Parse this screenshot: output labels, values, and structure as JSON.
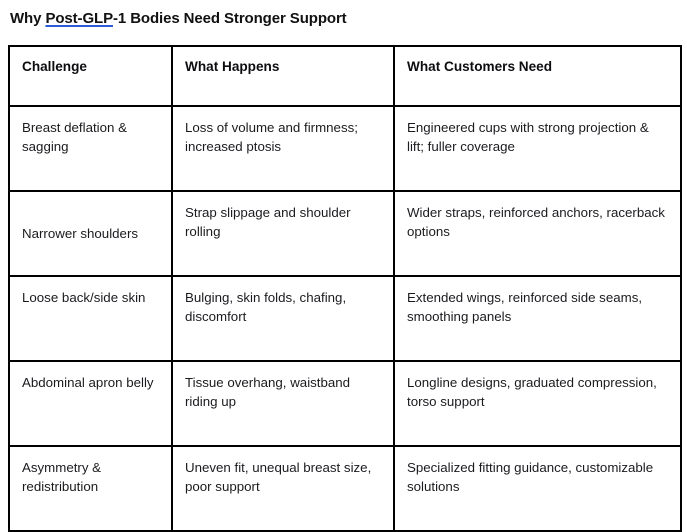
{
  "document": {
    "title_prefix": "Why ",
    "title_flagged_word": "Post-GLP",
    "title_suffix": "-1 Bodies Need Stronger Support",
    "title_full": "Why Post-GLP-1 Bodies Need Stronger Support"
  },
  "colors": {
    "spellcheck_underline": "#2d5bd7",
    "table_border": "#000000",
    "text": "#1b1b1f",
    "background": "#ffffff"
  },
  "table": {
    "columns": [
      {
        "label": "Challenge"
      },
      {
        "label": "What Happens"
      },
      {
        "label": "What Customers Need"
      }
    ],
    "rows": [
      {
        "challenge": "Breast deflation & sagging",
        "what_happens": "Loss of volume and firmness; increased ptosis",
        "what_customers_need": "Engineered cups with strong projection & lift; fuller coverage"
      },
      {
        "challenge": "Narrower shoulders",
        "what_happens": "Strap slippage and shoulder rolling",
        "what_customers_need": "Wider straps, reinforced anchors, racerback options"
      },
      {
        "challenge": "Loose back/side skin",
        "what_happens": "Bulging, skin folds, chafing, discomfort",
        "what_customers_need": "Extended wings, reinforced side seams, smoothing panels"
      },
      {
        "challenge": "Abdominal apron belly",
        "what_happens": "Tissue overhang, waistband riding up",
        "what_customers_need": "Longline designs, graduated compression, torso support"
      },
      {
        "challenge": "Asymmetry & redistribution",
        "what_happens": "Uneven fit, unequal breast size, poor support",
        "what_customers_need": "Specialized fitting guidance, customizable solutions"
      }
    ]
  }
}
